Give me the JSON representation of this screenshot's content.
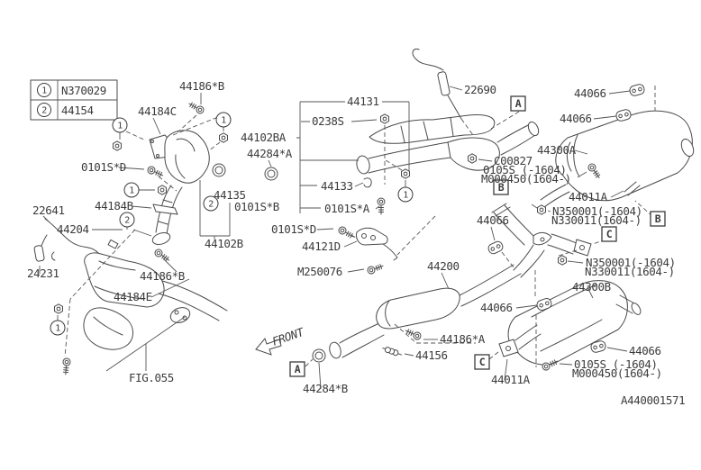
{
  "diagram": {
    "drawing_number": "A440001571",
    "figure_ref": "FIG.055",
    "front_label": "FRONT",
    "legend": {
      "rows": [
        {
          "num": "1",
          "part": "N370029"
        },
        {
          "num": "2",
          "part": "44154"
        }
      ]
    },
    "callouts": [
      {
        "text": "44186*B"
      },
      {
        "text": "44184C"
      },
      {
        "text": "0101S*D"
      },
      {
        "text": "22641"
      },
      {
        "text": "44184B"
      },
      {
        "text": "44204"
      },
      {
        "text": "24231"
      },
      {
        "text": "44135"
      },
      {
        "text": "0101S*B"
      },
      {
        "text": "44102B"
      },
      {
        "text": "44186*B"
      },
      {
        "text": "44184E"
      },
      {
        "text": "0101S*D"
      },
      {
        "text": "44121D"
      },
      {
        "text": "M250076"
      },
      {
        "text": "0238S"
      },
      {
        "text": "44131"
      },
      {
        "text": "44102BA"
      },
      {
        "text": "44284*A"
      },
      {
        "text": "44133"
      },
      {
        "text": "0101S*A"
      },
      {
        "text": "22690"
      },
      {
        "text": "44066"
      },
      {
        "text": "44066"
      },
      {
        "text": "44300A"
      },
      {
        "text": "C00827"
      },
      {
        "text": "0105S  (-1604)"
      },
      {
        "text": "M000450(1604-)"
      },
      {
        "text": "44011A"
      },
      {
        "text": "N350001(-1604)"
      },
      {
        "text": "N330011(1604-)"
      },
      {
        "text": "44066"
      },
      {
        "text": "N350001(-1604)"
      },
      {
        "text": "N330011(1604-)"
      },
      {
        "text": "44300B"
      },
      {
        "text": "44066"
      },
      {
        "text": "44200"
      },
      {
        "text": "44186*A"
      },
      {
        "text": "44156"
      },
      {
        "text": "44011A"
      },
      {
        "text": "44066"
      },
      {
        "text": "0105S  (-1604)"
      },
      {
        "text": "M000450(1604-)"
      },
      {
        "text": "44284*B"
      }
    ],
    "markers": [
      {
        "letter": "A"
      },
      {
        "letter": "A"
      },
      {
        "letter": "B"
      },
      {
        "letter": "B"
      },
      {
        "letter": "C"
      },
      {
        "letter": "C"
      }
    ],
    "circled_refs": [
      {
        "num": "1"
      },
      {
        "num": "1"
      },
      {
        "num": "1"
      },
      {
        "num": "2"
      },
      {
        "num": "2"
      },
      {
        "num": "1"
      },
      {
        "num": "1"
      }
    ],
    "colors": {
      "line": "#4a4a4a",
      "text": "#3b3b3b",
      "background": "#ffffff"
    }
  }
}
